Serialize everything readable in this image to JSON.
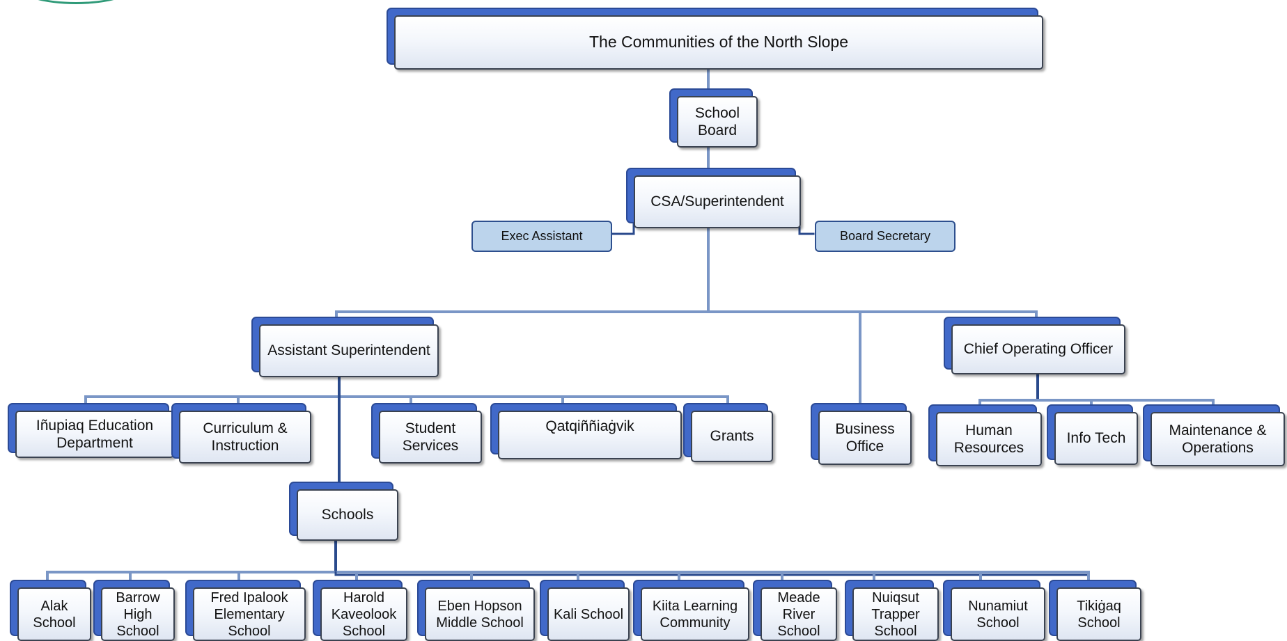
{
  "title": "The Communities  of the North Slope",
  "board": "School Board",
  "superintendent": "CSA/Superintendent",
  "exec_assistant": "Exec  Assistant",
  "board_secretary": "Board Secretary",
  "assistant_superintendent": "Assistant Superintendent",
  "business_office": "Business Office",
  "coo": "Chief Operating Officer",
  "asst_departments": [
    "Iñupiaq Education Department",
    "Curriculum & Instruction",
    "Student Services",
    "Qatqiññiaġvik",
    "Grants"
  ],
  "coo_departments": [
    "Human Resources",
    "Info Tech",
    "Maintenance & Operations"
  ],
  "schools_label": "Schools",
  "schools": [
    "Alak School",
    "Barrow High School",
    "Fred Ipalook Elementary School",
    "Harold Kaveolook School",
    "Eben Hopson Middle School",
    "Kali School",
    "Kiita Learning Community",
    "Meade River School",
    "Nuiqsut Trapper School",
    "Nunamiut School",
    "Tikiġaq School"
  ],
  "colors": {
    "box_border": "#3a4250",
    "box_shadow": "#4169c9",
    "connector": "#7a96c6",
    "connector_dark": "#2a4a8c",
    "side_fill": "#bcd4ec",
    "logo": "#2f9a78"
  }
}
